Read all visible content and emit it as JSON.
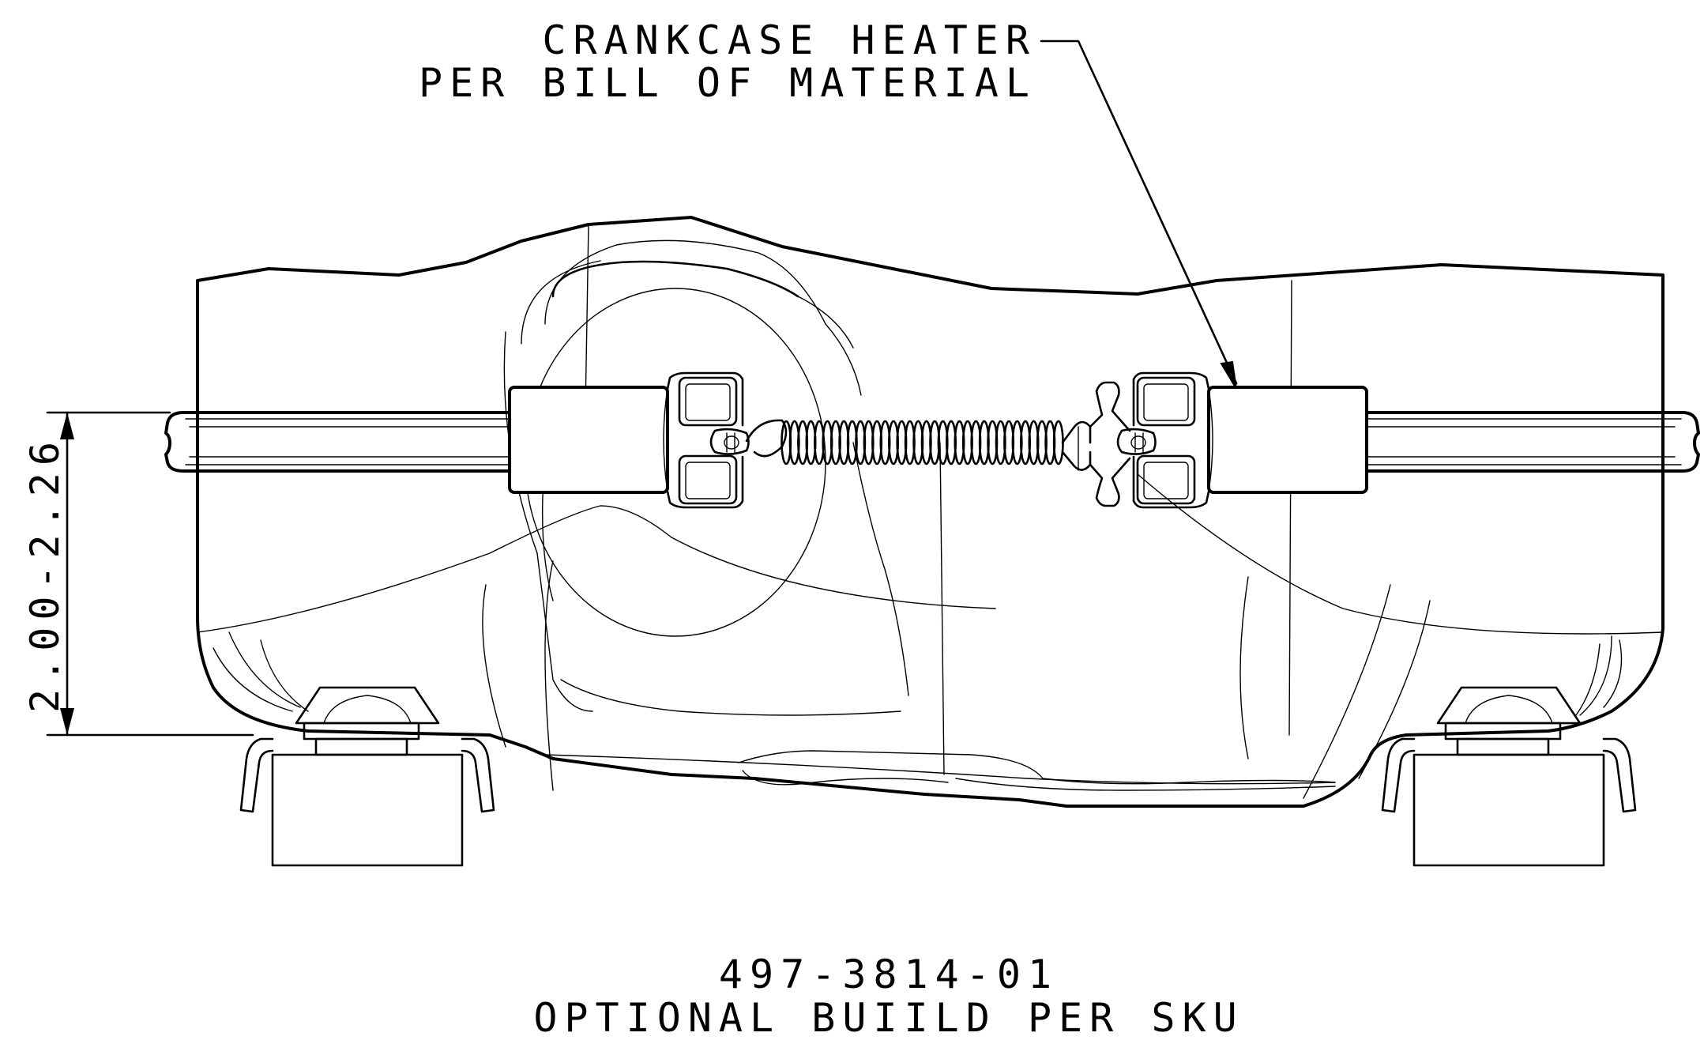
{
  "callout": {
    "line1": "CRANKCASE HEATER",
    "line2": "PER BILL OF MATERIAL"
  },
  "dimension": {
    "label": "2.00-2.26"
  },
  "footer": {
    "part_number": "497-3814-01",
    "note": "OPTIONAL BUIILD PER SKU"
  },
  "colors": {
    "line": "#000000",
    "background": "#ffffff"
  }
}
